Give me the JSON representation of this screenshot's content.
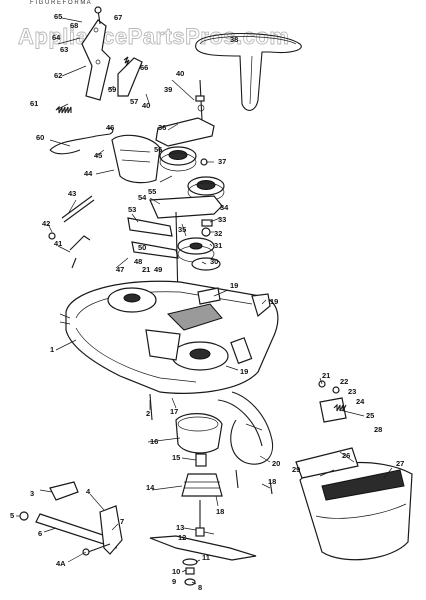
{
  "watermark": "AppliancePartsPros.com",
  "top_fragment": "F I G U R E   F O R   M A",
  "callouts": [
    {
      "id": "65",
      "label": "65"
    },
    {
      "id": "68",
      "label": "68"
    },
    {
      "id": "67",
      "label": "67"
    },
    {
      "id": "64",
      "label": "64"
    },
    {
      "id": "63",
      "label": "63"
    },
    {
      "id": "62",
      "label": "62"
    },
    {
      "id": "66",
      "label": "66"
    },
    {
      "id": "59",
      "label": "59"
    },
    {
      "id": "57",
      "label": "57"
    },
    {
      "id": "40a",
      "label": "40"
    },
    {
      "id": "40b",
      "label": "40"
    },
    {
      "id": "39",
      "label": "39"
    },
    {
      "id": "61",
      "label": "61"
    },
    {
      "id": "38",
      "label": "38"
    },
    {
      "id": "36",
      "label": "36"
    },
    {
      "id": "60",
      "label": "60"
    },
    {
      "id": "46",
      "label": "46"
    },
    {
      "id": "45",
      "label": "45"
    },
    {
      "id": "44",
      "label": "44"
    },
    {
      "id": "56",
      "label": "56"
    },
    {
      "id": "37",
      "label": "37"
    },
    {
      "id": "55",
      "label": "55"
    },
    {
      "id": "54",
      "label": "54"
    },
    {
      "id": "34",
      "label": "34"
    },
    {
      "id": "43",
      "label": "43"
    },
    {
      "id": "53",
      "label": "53"
    },
    {
      "id": "33",
      "label": "33"
    },
    {
      "id": "32",
      "label": "32"
    },
    {
      "id": "42",
      "label": "42"
    },
    {
      "id": "41",
      "label": "41"
    },
    {
      "id": "35",
      "label": "35"
    },
    {
      "id": "50",
      "label": "50"
    },
    {
      "id": "31",
      "label": "31"
    },
    {
      "id": "30",
      "label": "30"
    },
    {
      "id": "47",
      "label": "47"
    },
    {
      "id": "48",
      "label": "48"
    },
    {
      "id": "21a",
      "label": "21"
    },
    {
      "id": "49",
      "label": "49"
    },
    {
      "id": "19a",
      "label": "19"
    },
    {
      "id": "19b",
      "label": "19"
    },
    {
      "id": "1",
      "label": "1"
    },
    {
      "id": "19c",
      "label": "19"
    },
    {
      "id": "21b",
      "label": "21"
    },
    {
      "id": "22",
      "label": "22"
    },
    {
      "id": "23",
      "label": "23"
    },
    {
      "id": "24",
      "label": "24"
    },
    {
      "id": "25",
      "label": "25"
    },
    {
      "id": "2",
      "label": "2"
    },
    {
      "id": "17",
      "label": "17"
    },
    {
      "id": "28",
      "label": "28"
    },
    {
      "id": "16",
      "label": "16"
    },
    {
      "id": "26",
      "label": "26"
    },
    {
      "id": "29",
      "label": "29"
    },
    {
      "id": "27",
      "label": "27"
    },
    {
      "id": "20",
      "label": "20"
    },
    {
      "id": "15",
      "label": "15"
    },
    {
      "id": "18a",
      "label": "18"
    },
    {
      "id": "14",
      "label": "14"
    },
    {
      "id": "18b",
      "label": "18"
    },
    {
      "id": "3",
      "label": "3"
    },
    {
      "id": "4",
      "label": "4"
    },
    {
      "id": "5",
      "label": "5"
    },
    {
      "id": "6",
      "label": "6"
    },
    {
      "id": "7",
      "label": "7"
    },
    {
      "id": "13",
      "label": "13"
    },
    {
      "id": "12",
      "label": "12"
    },
    {
      "id": "4A",
      "label": "4A"
    },
    {
      "id": "11",
      "label": "11"
    },
    {
      "id": "10",
      "label": "10"
    },
    {
      "id": "9",
      "label": "9"
    },
    {
      "id": "8",
      "label": "8"
    }
  ]
}
